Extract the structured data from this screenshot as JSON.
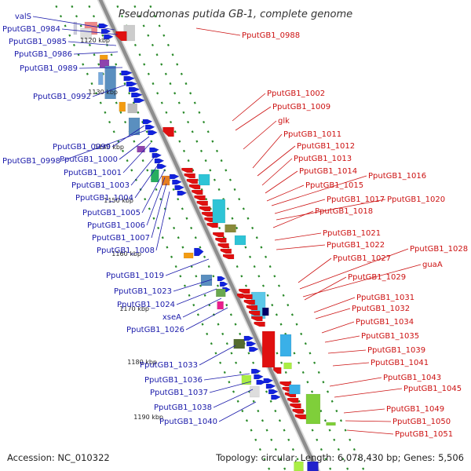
{
  "title": "Pseudomonas putida GB-1, complete genome",
  "footer": {
    "accession": "Accession: NC_010322",
    "topology": "Topology: circular; Length: 6,078,430 bp; Genes: 5,506"
  },
  "colors": {
    "minus_strand_label": "#1a1aaa",
    "plus_strand_label": "#cc1111",
    "backbone": "#8e8e8e",
    "track_dots": "#2a8a2a"
  },
  "ticks": [
    "1120 kbp",
    "1130 kbp",
    "1140 kbp",
    "1150 kbp",
    "1160 kbp",
    "1170 kbp",
    "1180 kbp",
    "1190 kbp"
  ],
  "left_labels": [
    "valS",
    "PputGB1_0984",
    "PputGB1_0985",
    "PputGB1_0986",
    "PputGB1_0989",
    "PputGB1_0992",
    "PputGB1_0999",
    "PputGB1_0998",
    "PputGB1_1000",
    "PputGB1_1001",
    "PputGB1_1003",
    "PputGB1_1004",
    "PputGB1_1005",
    "PputGB1_1006",
    "PputGB1_1007",
    "PputGB1_1008",
    "PputGB1_1019",
    "PputGB1_1023",
    "PputGB1_1024",
    "xseA",
    "PputGB1_1026",
    "PputGB1_1033",
    "PputGB1_1036",
    "PputGB1_1037",
    "PputGB1_1038",
    "PputGB1_1040"
  ],
  "right_labels": [
    "PputGB1_0988",
    "PputGB1_1002",
    "PputGB1_1009",
    "glk",
    "PputGB1_1011",
    "PputGB1_1012",
    "PputGB1_1013",
    "PputGB1_1014",
    "PputGB1_1016",
    "PputGB1_1015",
    "PputGB1_1017",
    "PputGB1_1020",
    "PputGB1_1018",
    "PputGB1_1021",
    "PputGB1_1022",
    "PputGB1_1028",
    "PputGB1_1027",
    "guaA",
    "PputGB1_1029",
    "PputGB1_1031",
    "PputGB1_1032",
    "PputGB1_1034",
    "PputGB1_1035",
    "PputGB1_1039",
    "PputGB1_1041",
    "PputGB1_1043",
    "PputGB1_1045",
    "PputGB1_1049",
    "PputGB1_1050",
    "PputGB1_1051"
  ]
}
